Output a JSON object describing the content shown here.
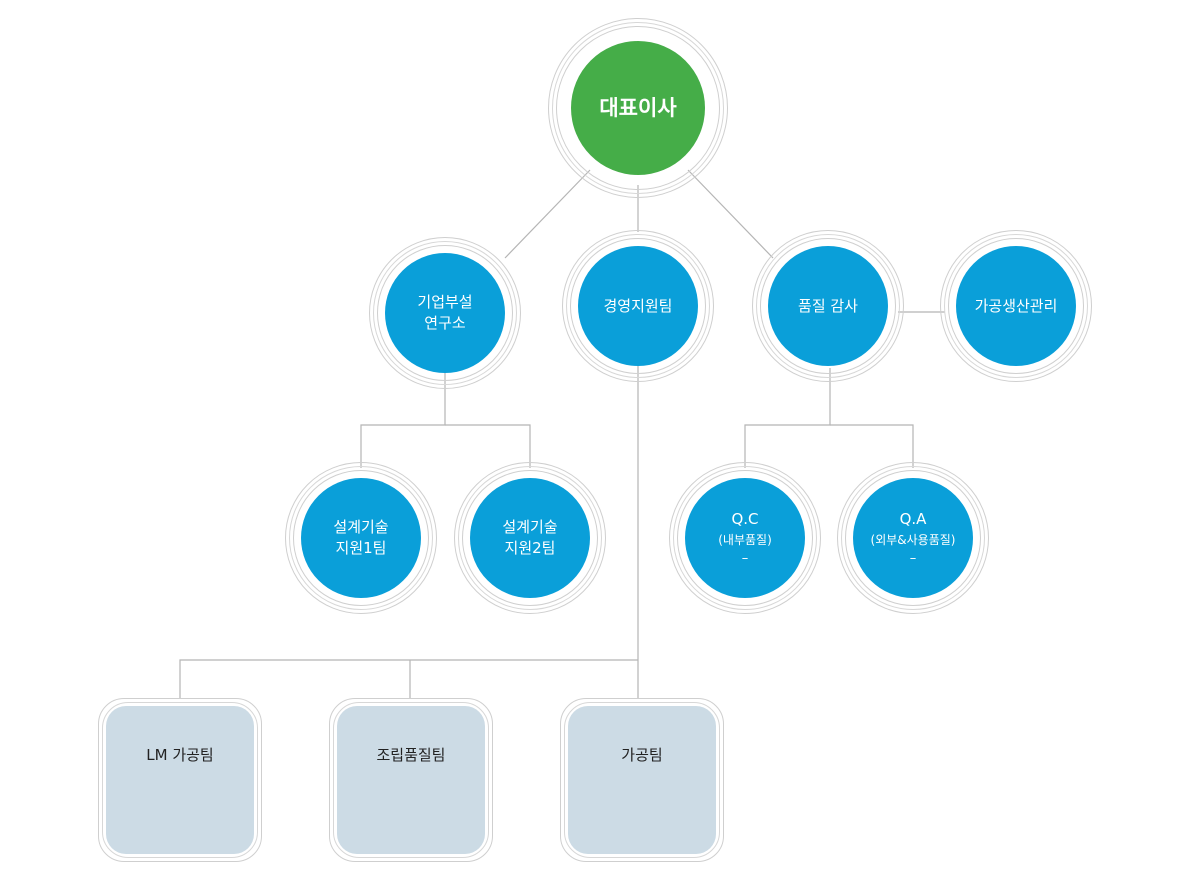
{
  "ceo": {
    "label": "대표이사"
  },
  "research_lab": {
    "line1": "기업부설",
    "line2": "연구소"
  },
  "management_support": {
    "label": "경영지원팀"
  },
  "quality_audit": {
    "label": "품질 감사"
  },
  "processing_production": {
    "label": "가공생산관리"
  },
  "design_team_1": {
    "line1": "설계기술",
    "line2": "지원1팀"
  },
  "design_team_2": {
    "line1": "설계기술",
    "line2": "지원2팀"
  },
  "qc": {
    "line1": "Q.C",
    "line2": "(내부품질)",
    "line3": "–"
  },
  "qa": {
    "line1": "Q.A",
    "line2": "(외부&사용품질)",
    "line3": "–"
  },
  "lm_team": {
    "label": "LM 가공팀"
  },
  "assembly_quality_team": {
    "label": "조립품질팀"
  },
  "processing_team": {
    "label": "가공팀"
  },
  "colors": {
    "green": "#45ad48",
    "blue": "#0a9fd9",
    "pale": "#ccdbe5",
    "line": "#b5b5b5"
  }
}
